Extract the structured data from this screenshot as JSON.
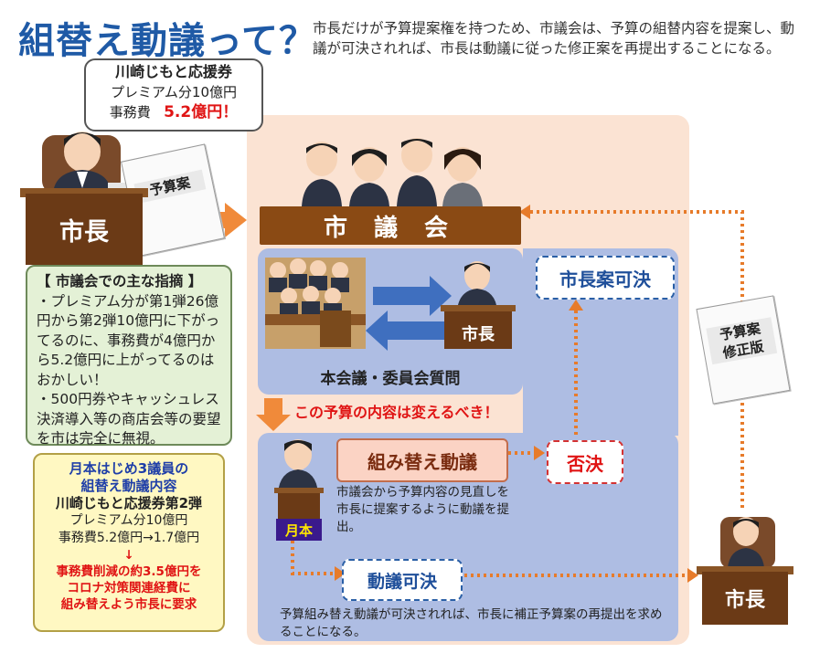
{
  "title": "組替え動議って？",
  "intro": "市長だけが予算提案権を持つため、市議会は、予算の組替内容を提案し、動議が可決されれば、市長は動議に従った修正案を再提出することになる。",
  "budget_callout": {
    "line1": "川崎じもと応援券",
    "line2": "プレミアム分10億円",
    "line3_label": "事務費",
    "line3_value": "5.2億円！"
  },
  "doc_budget": "予算案",
  "doc_revised": [
    "予算案",
    "修正版"
  ],
  "mayor_label": "市長",
  "council_label": "市 議 会",
  "mayor_plan_passed": "市長案可決",
  "plenary_label": "本会議・委員会質問",
  "mayor_small": "市長",
  "green_box": {
    "heading": "【 市議会での主な指摘 】",
    "point1": "・プレミアム分が第1弾26億円から第2弾10億円に下がってるのに、事務費が4億円から5.2億円に上がってるのはおかしい！",
    "point2": "・500円券やキャッシュレス決済導入等の商店会等の要望を市は完全に無視。"
  },
  "change_text": "この予算の内容は変えるべき！",
  "motion_label": "組み替え動議",
  "rejected": "否決",
  "motion_desc": "市議会から予算内容の見直しを市長に提案するように動議を提出。",
  "tsukimoto": "月本",
  "motion_passed": "動議可決",
  "passed_desc": "予算組み替え動議が可決されれば、市長に補正予算案の再提出を求めることになる。",
  "yellow_box": {
    "line1": "月本はじめ3議員の",
    "line2": "組替え動議内容",
    "line3": "川崎じもと応援券第2弾",
    "line4": "プレミアム分10億円",
    "line5": "事務費5.2億円→1.7億円",
    "arrow": "↓",
    "red1": "事務費削減の約3.5億円を",
    "red2": "コロナ対策関連経費に",
    "red3": "組み替えよう市長に要求"
  },
  "colors": {
    "title": "#1f5aa6",
    "panel": "#fbe3d3",
    "blue": "#aebde3",
    "desk": "#6b3a16",
    "arrow": "#f08a3a",
    "red": "#e01414"
  }
}
